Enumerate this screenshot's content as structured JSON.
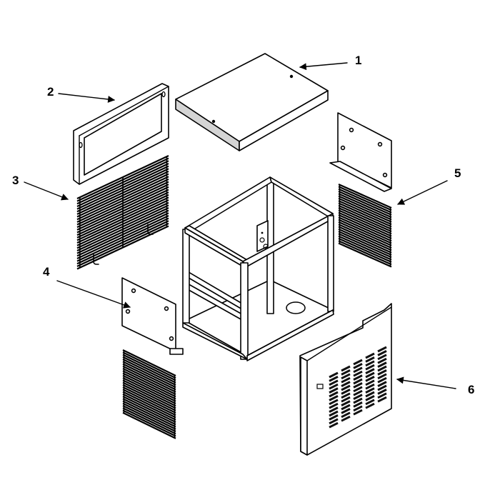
{
  "callouts": [
    {
      "id": "1",
      "label": "1"
    },
    {
      "id": "2",
      "label": "2"
    },
    {
      "id": "3",
      "label": "3"
    },
    {
      "id": "4",
      "label": "4"
    },
    {
      "id": "5",
      "label": "5"
    },
    {
      "id": "6",
      "label": "6"
    }
  ],
  "colors": {
    "line": "#000000",
    "panel_fill": "#ffffff",
    "shade": "#d4d4d4",
    "background": "#ffffff"
  },
  "icons": [
    "arrow-icon"
  ]
}
